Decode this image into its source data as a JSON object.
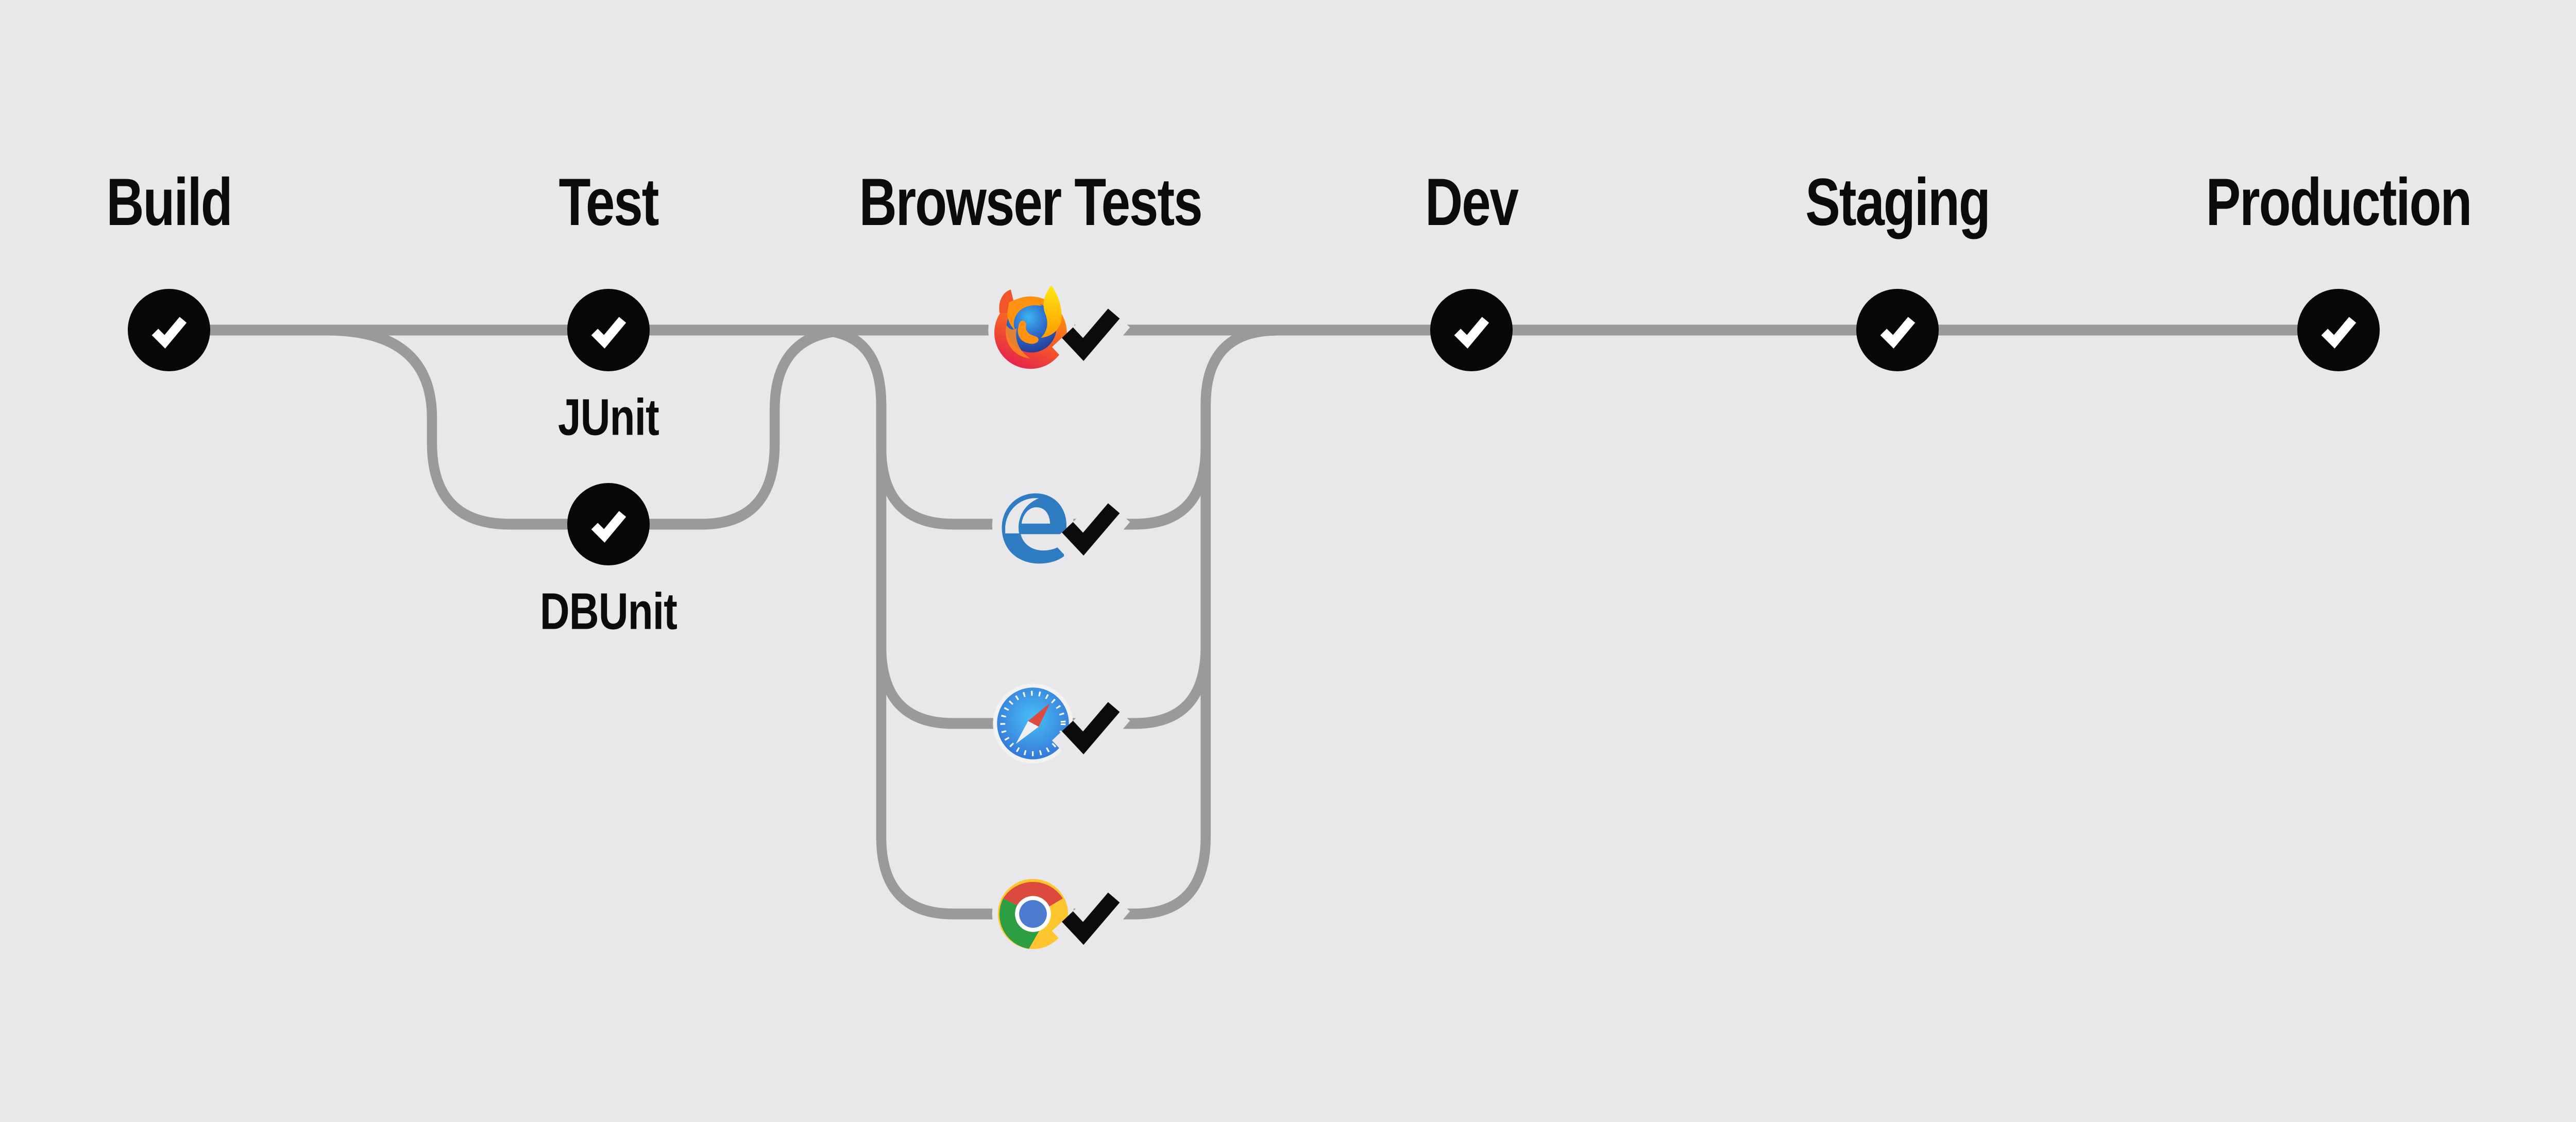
{
  "pipeline": {
    "stages": [
      {
        "label": "Build",
        "status": "passed"
      },
      {
        "label": "Test",
        "status": "passed",
        "parallel": [
          {
            "label": "JUnit",
            "status": "passed"
          },
          {
            "label": "DBUnit",
            "status": "passed"
          }
        ]
      },
      {
        "label": "Browser Tests",
        "status": "passed",
        "parallel": [
          {
            "icon": "firefox-icon",
            "status": "passed"
          },
          {
            "icon": "edge-icon",
            "status": "passed"
          },
          {
            "icon": "safari-icon",
            "status": "passed"
          },
          {
            "icon": "chrome-icon",
            "status": "passed"
          }
        ]
      },
      {
        "label": "Dev",
        "status": "passed"
      },
      {
        "label": "Staging",
        "status": "passed"
      },
      {
        "label": "Production",
        "status": "passed"
      }
    ]
  },
  "colors": {
    "background": "#e8e8ea",
    "connector": "#9a9a9a",
    "node_fill": "#070707",
    "node_check": "#ffffff",
    "step_check": "#0b0b0b",
    "label_text": "#0b0b0b",
    "edge_blue": "#2f7cc3",
    "chrome_red": "#db4a3c",
    "chrome_green": "#2d9e41",
    "chrome_yellow": "#fdc62f",
    "chrome_blue": "#4c7bd0",
    "safari_blue_outer": "#2f6fd6",
    "safari_blue_inner": "#47c0f5",
    "safari_needle_red": "#dd4a3e",
    "firefox_orange": "#ff9a07",
    "firefox_red": "#e31c52",
    "firefox_globe_blue": "#2a52a8",
    "firefox_flame_yellow": "#ffe714"
  }
}
